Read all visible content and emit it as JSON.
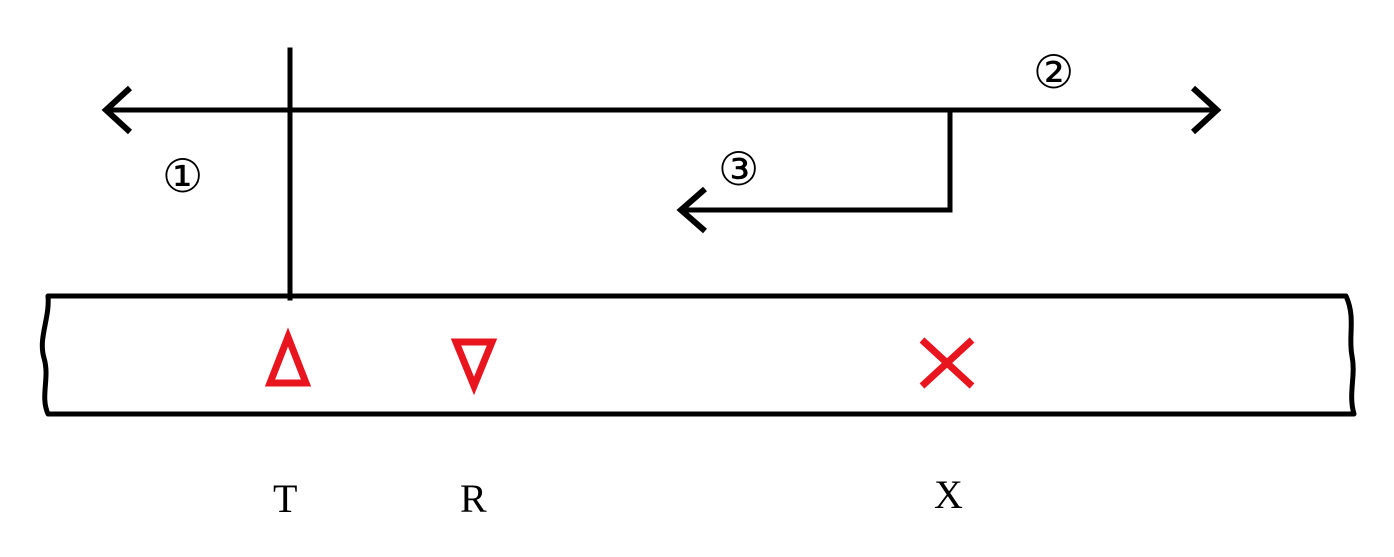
{
  "labels": {
    "arrow_1": "①",
    "arrow_2": "②",
    "arrow_3": "③",
    "transmitter": "T",
    "receiver": "R",
    "defect": "X"
  },
  "colors": {
    "line": "#000000",
    "marker": "#e8141e",
    "background": "#ffffff"
  },
  "markers": {
    "transmitter": "up-triangle-icon",
    "receiver": "down-triangle-icon",
    "defect": "cross-icon"
  }
}
